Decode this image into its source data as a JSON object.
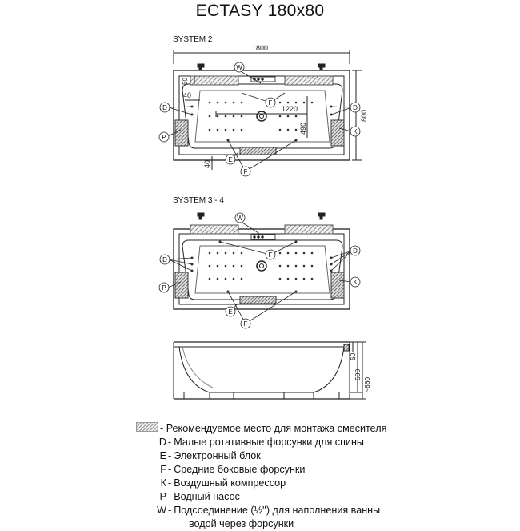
{
  "title": "ECTASY 180x80",
  "system_a": "SYSTEM 2",
  "system_b": "SYSTEM 3 - 4",
  "dimensions": {
    "length": "1800",
    "width": "800",
    "inner": "1220",
    "offset_a": "40",
    "offset_b": "40",
    "offset_c": "50",
    "offset_d": "490",
    "side_rim": "50",
    "side_height": "500",
    "side_total": "~660"
  },
  "callouts": {
    "w": "W",
    "d": "D",
    "e": "E",
    "f": "F",
    "k": "K",
    "p": "P"
  },
  "legend": {
    "mixer": "- Рекомендуемое место для монтажа смесителя",
    "items": [
      {
        "sym": "D",
        "text": "Малые ротативные форсунки для спины"
      },
      {
        "sym": "E",
        "text": "Электронный блок"
      },
      {
        "sym": "F",
        "text": "Средние боковые форсунки"
      },
      {
        "sym": "К",
        "text": "Воздушный компрессор"
      },
      {
        "sym": "P",
        "text": "Водный насос"
      },
      {
        "sym": "W",
        "text": "Подсоединение (½'') для наполнения ванны"
      }
    ],
    "continuation": "водой через форсунки"
  }
}
